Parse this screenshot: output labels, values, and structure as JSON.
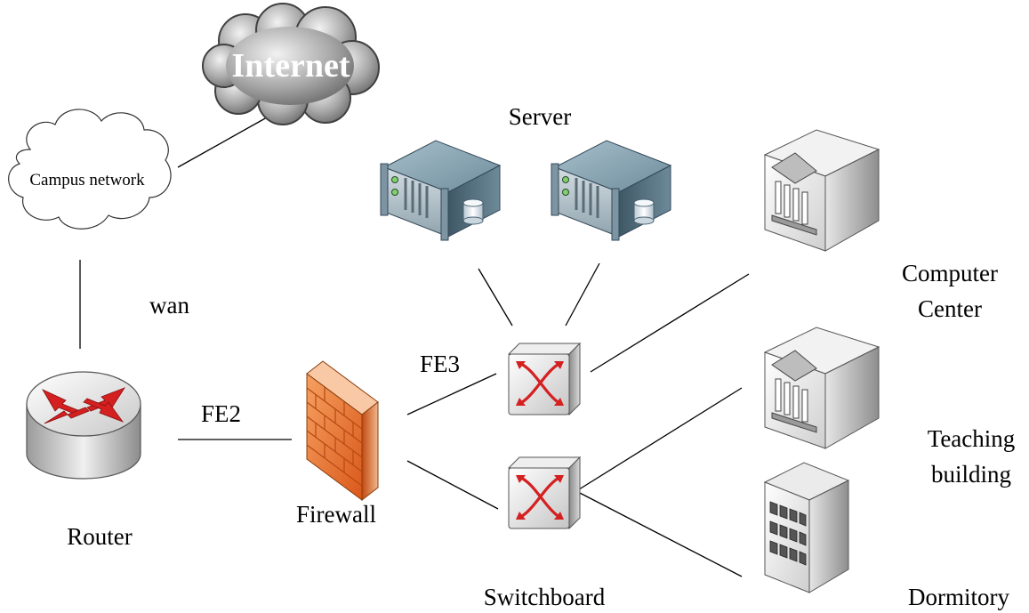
{
  "labels": {
    "internet": "Internet",
    "campus_network": "Campus network",
    "wan": "wan",
    "router": "Router",
    "fe2": "FE2",
    "firewall": "Firewall",
    "fe3": "FE3",
    "server": "Server",
    "switchboard": "Switchboard",
    "computer_center_line1": "Computer",
    "computer_center_line2": "Center",
    "teaching_building_line1": "Teaching",
    "teaching_building_line2": "building",
    "dormitory": "Dormitory"
  },
  "icons": {
    "internet": "cloud-icon",
    "campus_network": "cloud-outline-icon",
    "router": "router-icon",
    "firewall": "firewall-icon",
    "server": "server-icon",
    "switch": "switch-icon",
    "computer_center": "building-icon",
    "teaching_building": "building-icon",
    "dormitory": "dormitory-icon"
  },
  "colors": {
    "firewall": "#e8742a",
    "router_arrows": "#d42020",
    "switch_arrows": "#d42020",
    "server_body": "#5d7d8e"
  }
}
